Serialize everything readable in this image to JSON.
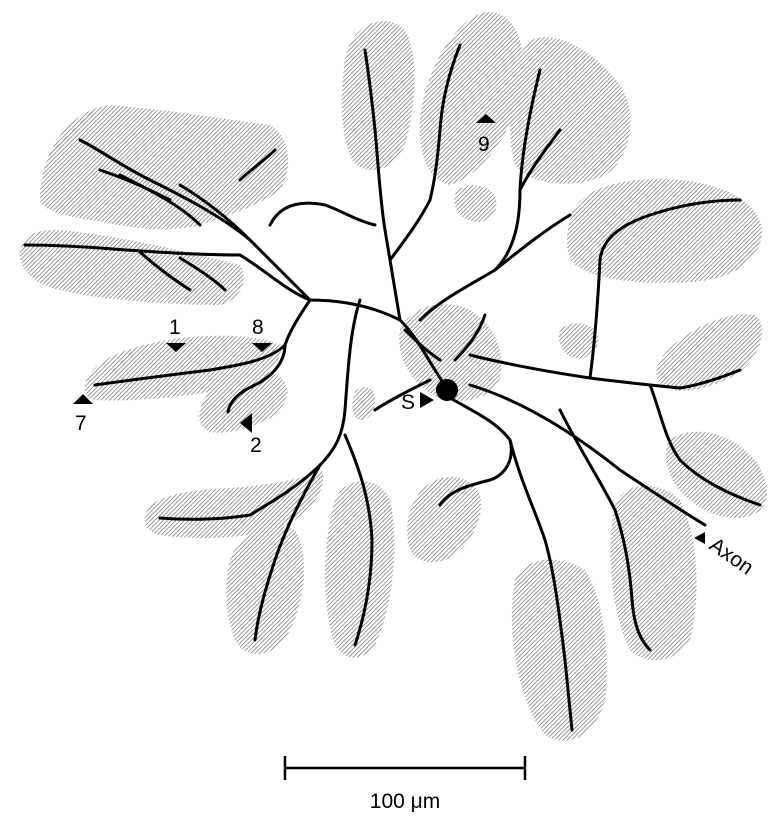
{
  "figure": {
    "labels": {
      "site_1": "1",
      "site_2": "2",
      "site_7": "7",
      "site_8": "8",
      "site_9": "9",
      "soma": "S",
      "axon": "Axon"
    },
    "scale_bar": {
      "label": "100 μm"
    }
  },
  "colors": {
    "ink": "#000000",
    "field_shade": "#9a9a9a",
    "background": "#ffffff"
  }
}
